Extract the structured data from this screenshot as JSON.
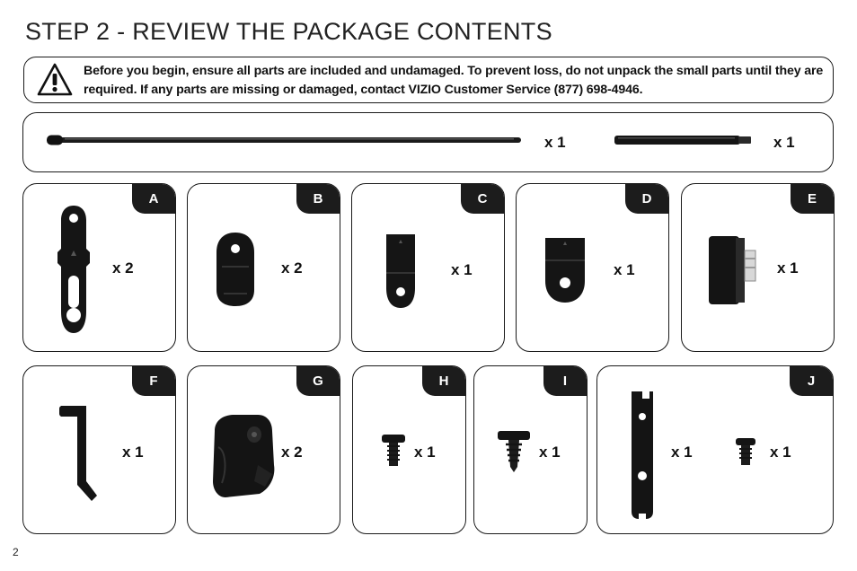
{
  "page": {
    "title": "STEP 2 - REVIEW THE PACKAGE CONTENTS",
    "page_number": "2"
  },
  "warning": {
    "icon": "warning-triangle-icon",
    "text": "Before you begin, ensure all parts are included and undamaged. To prevent loss, do not unpack the small parts until they are required. If any parts are missing or damaged, contact VIZIO Customer Service (877) 698-4946."
  },
  "rods": {
    "long_rod_qty": "x 1",
    "short_rod_qty": "x 1"
  },
  "parts": [
    {
      "letter": "A",
      "qty": "x 2"
    },
    {
      "letter": "B",
      "qty": "x 2"
    },
    {
      "letter": "C",
      "qty": "x 1"
    },
    {
      "letter": "D",
      "qty": "x 1"
    },
    {
      "letter": "E",
      "qty": "x 1"
    },
    {
      "letter": "F",
      "qty": "x 1"
    },
    {
      "letter": "G",
      "qty": "x 2"
    },
    {
      "letter": "H",
      "qty": "x 1"
    },
    {
      "letter": "I",
      "qty": "x 1"
    },
    {
      "letter": "J",
      "qty": "x 1",
      "qty2": "x 1"
    }
  ]
}
